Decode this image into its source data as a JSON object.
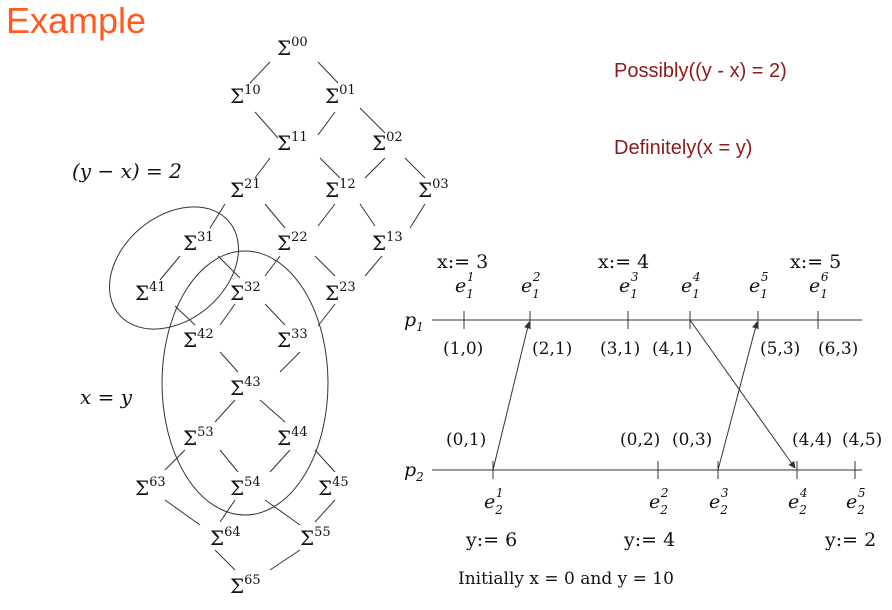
{
  "title": "Example",
  "predicates": {
    "possibly": "Possibly((y - x) = 2)",
    "definitely": "Definitely(x = y)"
  },
  "lattice": {
    "symbol": "Σ",
    "labels": {
      "yx2": "(y − x) = 2",
      "xy": "x = y"
    },
    "nodes": [
      {
        "id": "00"
      },
      {
        "id": "10"
      },
      {
        "id": "01"
      },
      {
        "id": "11"
      },
      {
        "id": "02"
      },
      {
        "id": "21"
      },
      {
        "id": "12"
      },
      {
        "id": "03"
      },
      {
        "id": "31"
      },
      {
        "id": "22"
      },
      {
        "id": "13"
      },
      {
        "id": "41"
      },
      {
        "id": "32"
      },
      {
        "id": "23"
      },
      {
        "id": "42"
      },
      {
        "id": "33"
      },
      {
        "id": "43"
      },
      {
        "id": "53"
      },
      {
        "id": "44"
      },
      {
        "id": "63"
      },
      {
        "id": "54"
      },
      {
        "id": "45"
      },
      {
        "id": "64"
      },
      {
        "id": "55"
      },
      {
        "id": "65"
      }
    ]
  },
  "timeline": {
    "processes": [
      "p1",
      "p2"
    ],
    "p1_events": [
      {
        "label": "e",
        "sub": "1",
        "sup": "1",
        "vc": "(1,0)"
      },
      {
        "label": "e",
        "sub": "1",
        "sup": "2",
        "vc": "(2,1)"
      },
      {
        "label": "e",
        "sub": "1",
        "sup": "3",
        "vc": "(3,1)"
      },
      {
        "label": "e",
        "sub": "1",
        "sup": "4",
        "vc": "(4,1)"
      },
      {
        "label": "e",
        "sub": "1",
        "sup": "5",
        "vc": "(5,3)"
      },
      {
        "label": "e",
        "sub": "1",
        "sup": "6",
        "vc": "(6,3)"
      }
    ],
    "p2_events": [
      {
        "label": "e",
        "sub": "2",
        "sup": "1",
        "vc": "(0,1)"
      },
      {
        "label": "e",
        "sub": "2",
        "sup": "2",
        "vc": "(0,2)"
      },
      {
        "label": "e",
        "sub": "2",
        "sup": "3",
        "vc": "(0,3)"
      },
      {
        "label": "e",
        "sub": "2",
        "sup": "4",
        "vc": "(4,4)"
      },
      {
        "label": "e",
        "sub": "2",
        "sup": "5",
        "vc": "(4,5)"
      }
    ],
    "assignments_p1": [
      "x:= 3",
      "x:= 4",
      "x:= 5"
    ],
    "assignments_p2": [
      "y:= 6",
      "y:= 4",
      "y:= 2"
    ],
    "initially": "Initially x = 0 and y = 10"
  }
}
